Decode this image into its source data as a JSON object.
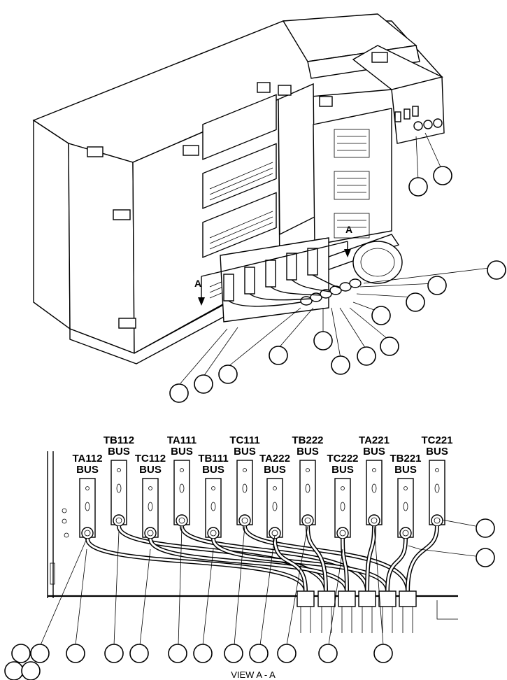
{
  "section_markers": {
    "top_left": "A",
    "top_right": "A"
  },
  "view_caption": "VIEW A - A",
  "bus_labels": [
    {
      "name": "TA112",
      "unit": "BUS"
    },
    {
      "name": "TB112",
      "unit": "BUS"
    },
    {
      "name": "TC112",
      "unit": "BUS"
    },
    {
      "name": "TA111",
      "unit": "BUS"
    },
    {
      "name": "TB111",
      "unit": "BUS"
    },
    {
      "name": "TC111",
      "unit": "BUS"
    },
    {
      "name": "TA222",
      "unit": "BUS"
    },
    {
      "name": "TB222",
      "unit": "BUS"
    },
    {
      "name": "TC222",
      "unit": "BUS"
    },
    {
      "name": "TA221",
      "unit": "BUS"
    },
    {
      "name": "TB221",
      "unit": "BUS"
    },
    {
      "name": "TC221",
      "unit": "BUS"
    }
  ]
}
